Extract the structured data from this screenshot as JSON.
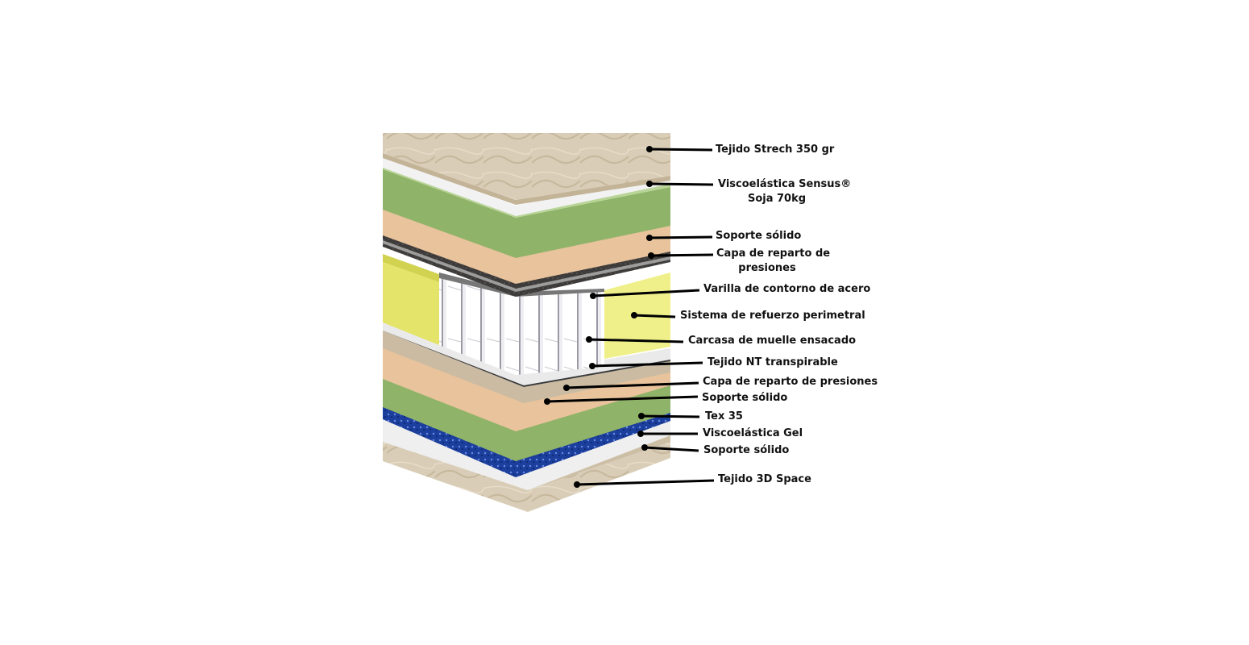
{
  "colors": {
    "cover_fabric": "#d8ccb6",
    "white_layer": "#ececec",
    "green_foam": "#8fb368",
    "peach_foam": "#e8c39c",
    "dark_felt": "#3a3a3a",
    "yellow_frame": "#e4e46a",
    "spring_white": "#f2f2f4",
    "gel_blue": "#1c3f9e",
    "leader_line": "#000000",
    "label_text": "#111111"
  },
  "labels": [
    {
      "id": "tejido-strech",
      "lines": [
        "Tejido Strech 350 gr"
      ]
    },
    {
      "id": "viscoelastica-sensus",
      "lines": [
        "Viscoelástica Sensus®",
        "Soja 70kg"
      ]
    },
    {
      "id": "soporte-solido-1",
      "lines": [
        "Soporte sólido"
      ]
    },
    {
      "id": "capa-reparto-1",
      "lines": [
        "Capa de reparto de",
        "presiones"
      ]
    },
    {
      "id": "varilla-contorno",
      "lines": [
        "Varilla de contorno de acero"
      ]
    },
    {
      "id": "sistema-refuerzo",
      "lines": [
        "Sistema de refuerzo perimetral"
      ]
    },
    {
      "id": "carcasa-muelle",
      "lines": [
        "Carcasa de muelle ensacado"
      ]
    },
    {
      "id": "tejido-nt",
      "lines": [
        "Tejido NT transpirable"
      ]
    },
    {
      "id": "capa-reparto-2",
      "lines": [
        "Capa de reparto de presiones"
      ]
    },
    {
      "id": "soporte-solido-2",
      "lines": [
        "Soporte sólido"
      ]
    },
    {
      "id": "tex-35",
      "lines": [
        "Tex 35"
      ]
    },
    {
      "id": "viscoelastica-gel",
      "lines": [
        "Viscoelástica Gel"
      ]
    },
    {
      "id": "soporte-solido-3",
      "lines": [
        "Soporte sólido"
      ]
    },
    {
      "id": "tejido-3d-space",
      "lines": [
        "Tejido 3D Space"
      ]
    }
  ]
}
